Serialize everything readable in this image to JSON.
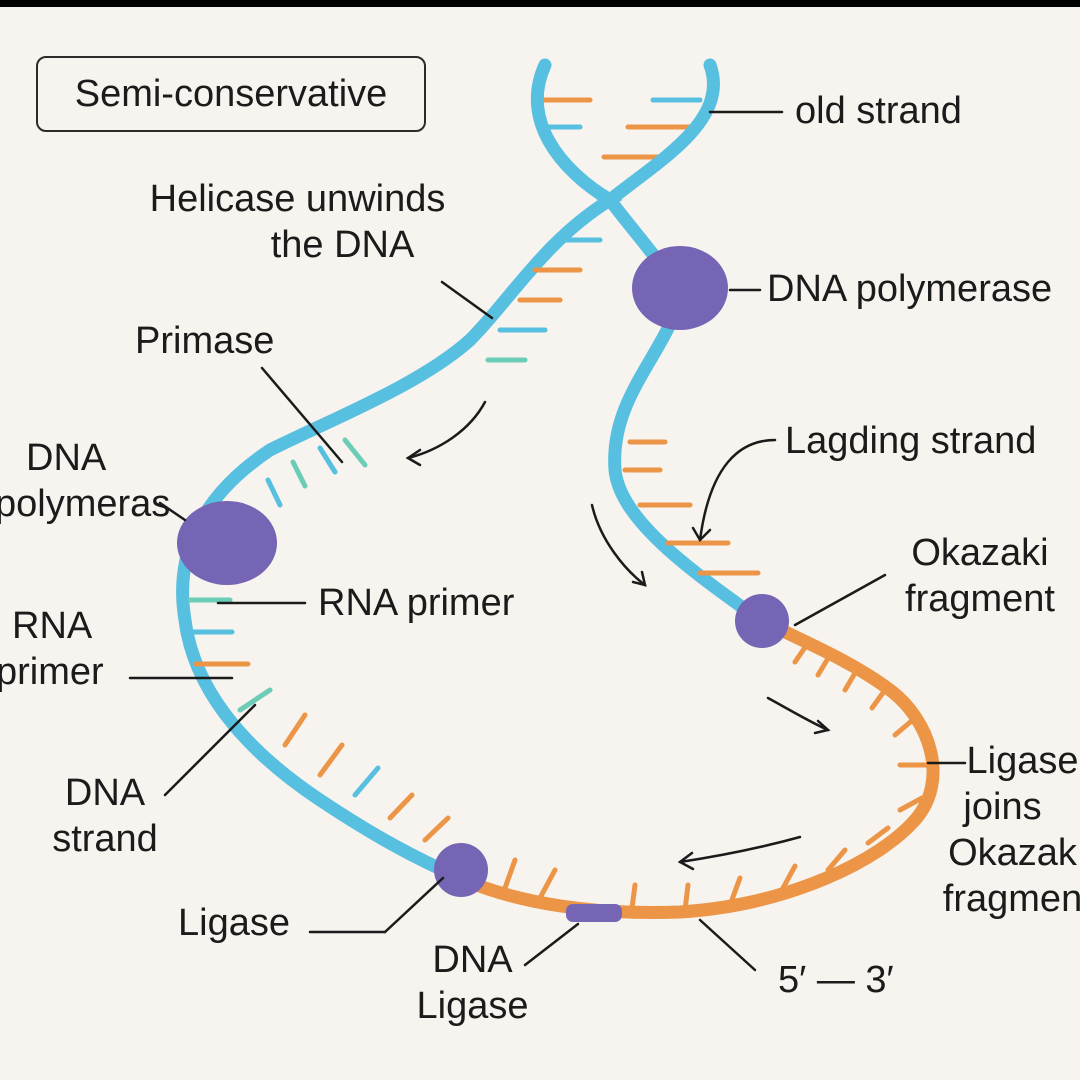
{
  "title": "Semi-conservative",
  "colors": {
    "parent_strand": "#57bfe0",
    "new_strand": "#ec9546",
    "primer": "#6ccdb6",
    "enzyme": "#7664b4",
    "background": "#f7f3ee"
  },
  "labels": {
    "old_strand": "old strand",
    "helicase": [
      "Helicase unwinds",
      "the DNA"
    ],
    "dna_polymerase_right": "DNA polymerase",
    "primase": "Primase",
    "dna_polymerase_left": [
      "DNA",
      "polymeras"
    ],
    "lagging_strand": "Lagding strand",
    "okazaki_fragment": [
      "Okazaki",
      "fragment"
    ],
    "rna_primer_center": "RNA primer",
    "rna_primer_left": [
      "RNA",
      "primer"
    ],
    "dna_strand": [
      "DNA",
      "strand"
    ],
    "ligase_joins": [
      "Ligase",
      "joins",
      "Okazak",
      "fragmen"
    ],
    "ligase": "Ligase",
    "dna_ligase": [
      "DNA",
      "Ligase"
    ],
    "direction": "5′ — 3′"
  }
}
